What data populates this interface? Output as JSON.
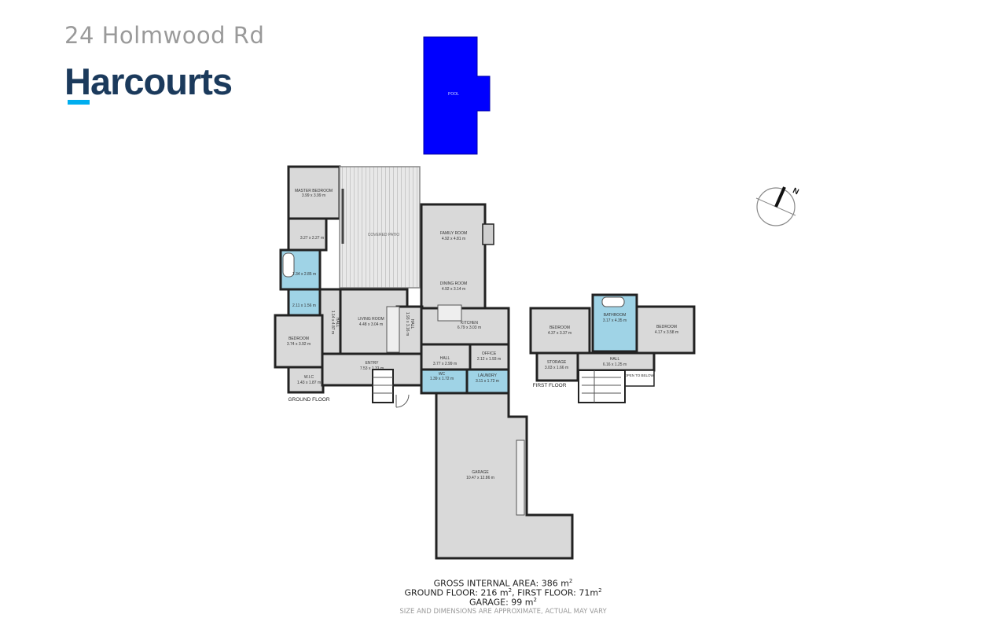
{
  "header": {
    "address": "24 Holmwood Rd",
    "brand": "Harcourts",
    "brand_color": "#1b3a5c",
    "brand_accent": "#00aeef"
  },
  "colors": {
    "room_fill": "#d9d9d9",
    "wet_fill": "#9fd3e6",
    "pool_fill": "#0000ff",
    "wall": "#222222"
  },
  "rooms": {
    "pool": "POOL",
    "master_bedroom": "MASTER BEDROOM",
    "master_bedroom_dim": "3.99 x 3.99 m",
    "ensuite_dim": "3.27 x 2.27 m",
    "bath_dim": "1.34 x 2.85 m",
    "wc_dim": "2.11 x 1.56 m",
    "covered_patio": "COVERED PATIO",
    "family_room": "FAMILY ROOM",
    "family_room_dim": "4.92 x 4.81 m",
    "dining_room": "DINING ROOM",
    "dining_room_dim": "4.92 x 3.14 m",
    "living_room": "LIVING ROOM",
    "living_room_dim": "4.48 x 3.04 m",
    "kitchen": "KITCHEN",
    "kitchen_dim": "6.79 x 3.03 m",
    "hall_left": "HALL",
    "hall_left_dim": "1.14 x 4.87 m",
    "hall_mid": "HALL",
    "hall_mid_dim": "1.93 x 3.16 m",
    "bedroom_gf": "BEDROOM",
    "bedroom_gf_dim": "3.74 x 3.92 m",
    "wic": "W.I.C",
    "wic_dim": "1.43 x 1.87 m",
    "entry": "ENTRY",
    "entry_dim": "7.53 x 1.31 m",
    "hall_gf": "HALL",
    "hall_gf_dim": "3.77 x 2.99 m",
    "office": "OFFICE",
    "office_dim": "2.12 x 1.93 m",
    "wc": "WC",
    "wc2_dim": "1.39 x 1.72 m",
    "laundry": "LAUNDRY",
    "laundry_dim": "3.11 x 1.72 m",
    "garage": "GARAGE",
    "garage_dim": "10.47 x 12.86 m",
    "bedroom_ff1": "BEDROOM",
    "bedroom_ff1_dim": "4.37 x 3.37 m",
    "bathroom_ff": "BATHROOM",
    "bathroom_ff_dim": "3.17 x 4.35 m",
    "bedroom_ff2": "BEDROOM",
    "bedroom_ff2_dim": "4.17 x 3.58 m",
    "storage": "STORAGE",
    "storage_dim": "3.03 x 1.66 m",
    "hall_ff": "HALL",
    "hall_ff_dim": "6.16 x 1.25 m",
    "open_below": "OPEN TO BELOW"
  },
  "labels": {
    "ground_floor": "GROUND FLOOR",
    "first_floor": "FIRST FLOOR",
    "north": "N"
  },
  "areas": {
    "gross_label": "GROSS INTERNAL AREA: 386 m",
    "gross_sup": "2",
    "ground_label": "GROUND FLOOR: 216 m",
    "ground_sup": "2",
    "first_label": ", FIRST FLOOR: 71m",
    "first_sup": "2",
    "garage_label": "GARAGE: 99 m",
    "garage_sup": "2",
    "disclaimer": "SIZE AND DIMENSIONS ARE APPROXIMATE, ACTUAL MAY VARY"
  }
}
